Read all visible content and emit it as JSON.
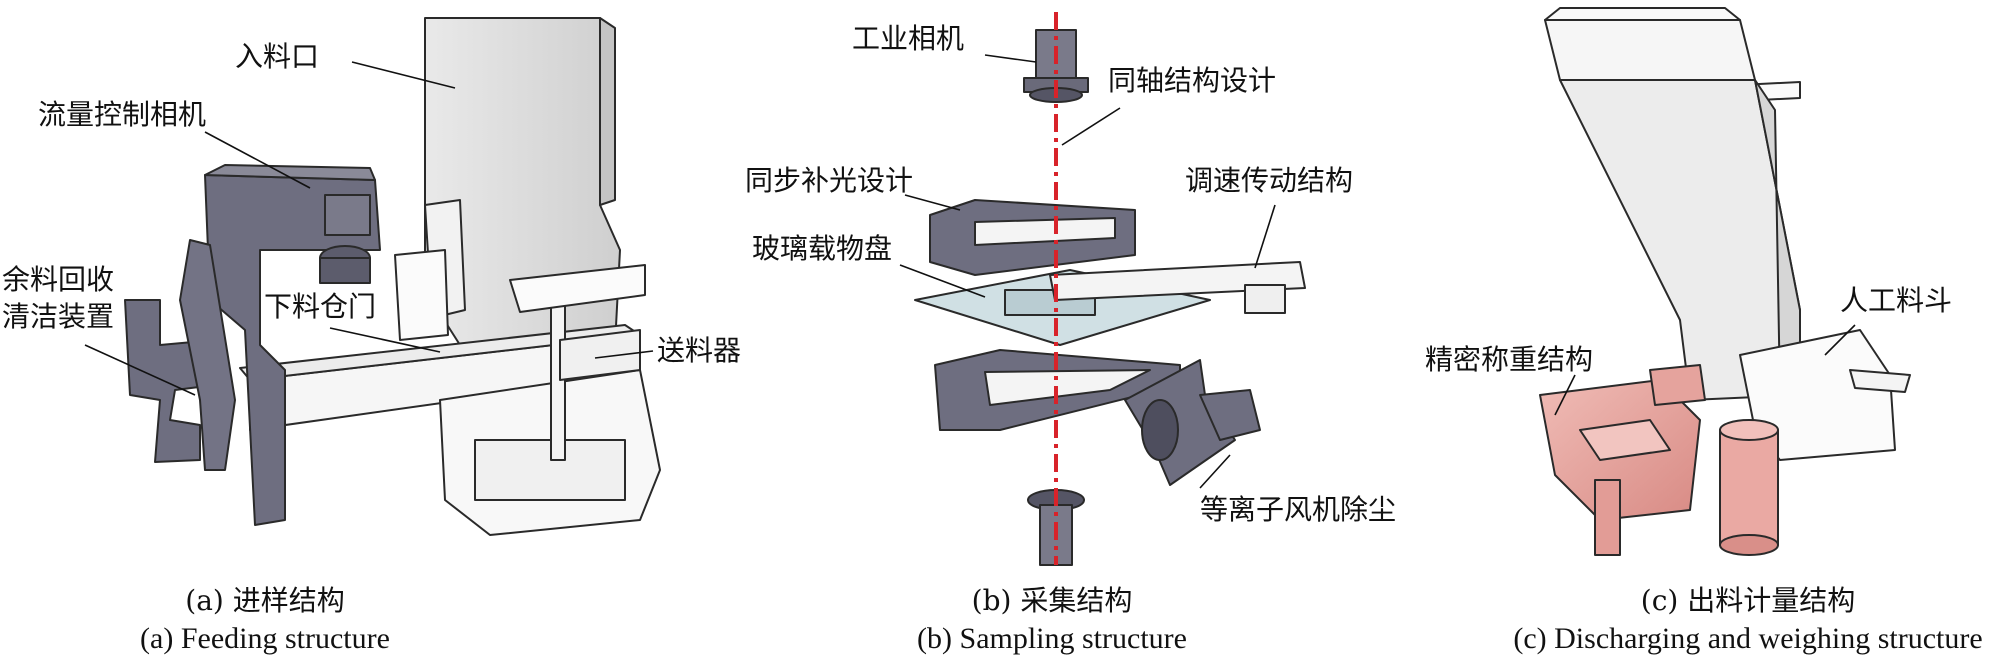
{
  "panels": [
    {
      "labels": {
        "inlet": "入料口",
        "flow_camera": "流量控制相机",
        "residue_line1": "余料回收",
        "residue_line2": "清洁装置",
        "gate": "下料仓门",
        "feeder": "送料器"
      },
      "caption_cn": "(a) 进样结构",
      "caption_en": "(a) Feeding structure"
    },
    {
      "labels": {
        "industrial_camera": "工业相机",
        "coaxial": "同轴结构设计",
        "sync_light": "同步补光设计",
        "speed_drive": "调速传动结构",
        "glass_tray": "玻璃载物盘",
        "plasma_fan": "等离子风机除尘"
      },
      "caption_cn": "(b) 采集结构",
      "caption_en": "(b) Sampling structure"
    },
    {
      "labels": {
        "manual_hopper": "人工料斗",
        "weighing": "精密称重结构"
      },
      "caption_cn": "(c) 出料计量结构",
      "caption_en": "(c) Discharging and weighing structure"
    }
  ],
  "colors": {
    "hopper": "#dcdcdc",
    "frame_dark": "#6e6e80",
    "white_part": "#f4f4f4",
    "glass": "#c8dadf",
    "pink_part": "#e7a8a2",
    "axis_red": "#d8232a",
    "outline": "#2a2a2a"
  }
}
